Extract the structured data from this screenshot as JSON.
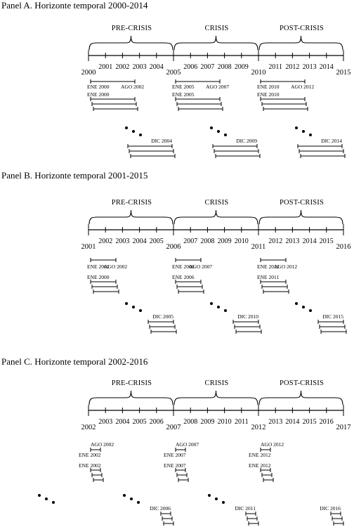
{
  "panels": [
    {
      "title": "Panel A. Horizonte temporal 2000-2014",
      "phases": [
        "PRE-CRISIS",
        "CRISIS",
        "POST-CRISIS"
      ],
      "major_years": [
        "2000",
        "2005",
        "2010",
        "2015"
      ],
      "minor_years": [
        "2001",
        "2002",
        "2003",
        "2004",
        "2006",
        "2007",
        "2008",
        "2009",
        "2011",
        "2012",
        "2013",
        "2014"
      ],
      "groups": [
        {
          "start1": "ENE 2000",
          "end1": "AGO 2002",
          "start2": "ENE 2000",
          "last": "DIC 2004"
        },
        {
          "start1": "ENE 2005",
          "end1": "AGO 2007",
          "start2": "ENE 2005",
          "last": "DIC 2009"
        },
        {
          "start1": "ENE 2010",
          "end1": "AGO 2012",
          "start2": "ENE 2010",
          "last": "DIC 2014"
        }
      ]
    },
    {
      "title": "Panel B. Horizonte temporal 2001-2015",
      "phases": [
        "PRE-CRISIS",
        "CRISIS",
        "POST-CRISIS"
      ],
      "major_years": [
        "2001",
        "2006",
        "2011",
        "2016"
      ],
      "minor_years": [
        "2002",
        "2003",
        "2004",
        "2005",
        "2007",
        "2008",
        "2009",
        "2010",
        "2012",
        "2013",
        "2014",
        "2015"
      ],
      "groups": [
        {
          "start1": "ENE 2001",
          "end1": "AGO 2002",
          "start2": "ENE 2000",
          "last": "DIC 2005"
        },
        {
          "start1": "ENE 2006",
          "end1": "AGO 2007",
          "start2": "ENE 2006",
          "last": "DIC 2010"
        },
        {
          "start1": "ENE 2011",
          "end1": "AGO 2012",
          "start2": "ENE 2011",
          "last": "DIC 2015"
        }
      ]
    },
    {
      "title": "Panel C. Horizonte temporal 2002-2016",
      "phases": [
        "PRE-CRISIS",
        "CRISIS",
        "POST-CRISIS"
      ],
      "major_years": [
        "2002",
        "2007",
        "2012",
        "2017"
      ],
      "minor_years": [
        "2003",
        "2004",
        "2005",
        "2006",
        "2008",
        "2009",
        "2010",
        "2011",
        "2013",
        "2014",
        "2015",
        "2016"
      ],
      "groups": [
        {
          "start1": "ENE 2002",
          "end1": "AGO 2002",
          "start2": "ENE 2002",
          "last": "DIC 2006"
        },
        {
          "start1": "ENE 2007",
          "end1": "AGO 2007",
          "start2": "ENE 2007",
          "last": "DIC 2011"
        },
        {
          "start1": "ENE 2012",
          "end1": "AGO 2012",
          "start2": "ENE 2012",
          "last": "DIC 2016"
        }
      ]
    }
  ]
}
